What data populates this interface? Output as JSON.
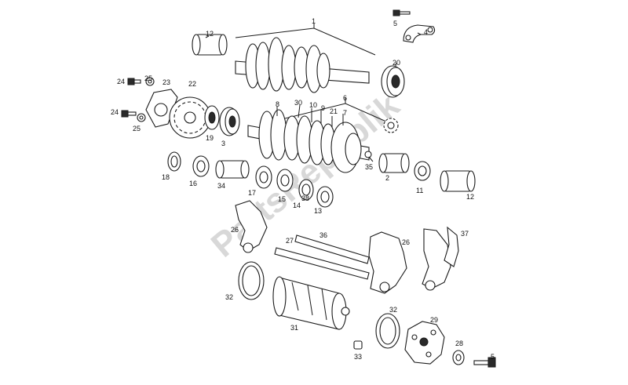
{
  "watermark": "PartsRepublik",
  "callouts": [
    {
      "id": "c1",
      "text": "1"
    },
    {
      "id": "c2",
      "text": "2"
    },
    {
      "id": "c3",
      "text": "3"
    },
    {
      "id": "c4",
      "text": "4"
    },
    {
      "id": "c5a",
      "text": "5"
    },
    {
      "id": "c5b",
      "text": "5"
    },
    {
      "id": "c6",
      "text": "6"
    },
    {
      "id": "c7",
      "text": "7"
    },
    {
      "id": "c8",
      "text": "8"
    },
    {
      "id": "c9",
      "text": "9"
    },
    {
      "id": "c10",
      "text": "10"
    },
    {
      "id": "c11",
      "text": "11"
    },
    {
      "id": "c12a",
      "text": "12"
    },
    {
      "id": "c12b",
      "text": "12"
    },
    {
      "id": "c13",
      "text": "13"
    },
    {
      "id": "c14",
      "text": "14"
    },
    {
      "id": "c15",
      "text": "15"
    },
    {
      "id": "c16",
      "text": "16"
    },
    {
      "id": "c17",
      "text": "17"
    },
    {
      "id": "c18",
      "text": "18"
    },
    {
      "id": "c19",
      "text": "19"
    },
    {
      "id": "c20",
      "text": "20"
    },
    {
      "id": "c21",
      "text": "21"
    },
    {
      "id": "c22",
      "text": "22"
    },
    {
      "id": "c23",
      "text": "23"
    },
    {
      "id": "c24a",
      "text": "24"
    },
    {
      "id": "c24b",
      "text": "24"
    },
    {
      "id": "c25a",
      "text": "25"
    },
    {
      "id": "c25b",
      "text": "25"
    },
    {
      "id": "c26a",
      "text": "26"
    },
    {
      "id": "c26b",
      "text": "26"
    },
    {
      "id": "c27",
      "text": "27"
    },
    {
      "id": "c28",
      "text": "28"
    },
    {
      "id": "c29",
      "text": "29"
    },
    {
      "id": "c30",
      "text": "30"
    },
    {
      "id": "c31",
      "text": "31"
    },
    {
      "id": "c32a",
      "text": "32"
    },
    {
      "id": "c32b",
      "text": "32"
    },
    {
      "id": "c33",
      "text": "33"
    },
    {
      "id": "c34",
      "text": "34"
    },
    {
      "id": "c35",
      "text": "35"
    },
    {
      "id": "c36",
      "text": "36"
    },
    {
      "id": "c37",
      "text": "37"
    },
    {
      "id": "c38",
      "text": "38"
    }
  ]
}
